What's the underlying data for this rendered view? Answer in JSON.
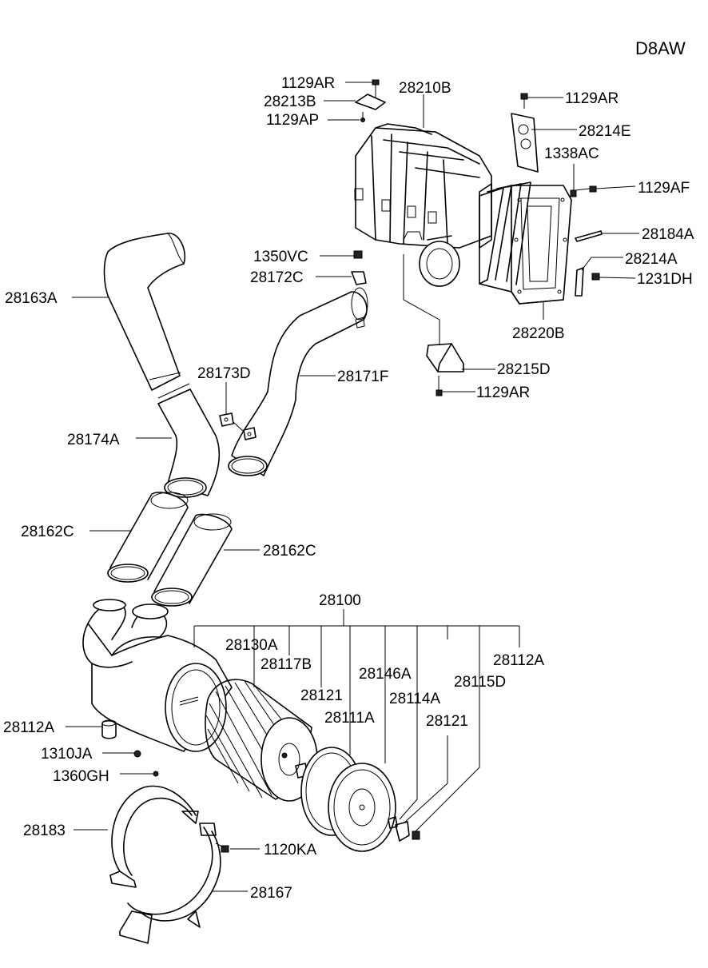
{
  "diagram_code": "D8AW",
  "labels": {
    "l_1129AR_a": "1129AR",
    "l_28213B": "28213B",
    "l_1129AP": "1129AP",
    "l_28210B": "28210B",
    "l_1129AR_b": "1129AR",
    "l_28214E": "28214E",
    "l_1338AC": "1338AC",
    "l_1129AF": "1129AF",
    "l_28184A": "28184A",
    "l_28214A": "28214A",
    "l_1231DH": "1231DH",
    "l_28220B": "28220B",
    "l_28215D": "28215D",
    "l_1129AR_c": "1129AR",
    "l_1350VC": "1350VC",
    "l_28172C": "28172C",
    "l_28163A": "28163A",
    "l_28173D": "28173D",
    "l_28171F": "28171F",
    "l_28174A": "28174A",
    "l_28162C_a": "28162C",
    "l_28162C_b": "28162C",
    "l_28100": "28100",
    "l_28130A": "28130A",
    "l_28117B": "28117B",
    "l_28121_a": "28121",
    "l_28146A": "28146A",
    "l_28111A": "28111A",
    "l_28114A": "28114A",
    "l_28115D": "28115D",
    "l_28112A_a": "28112A",
    "l_28121_b": "28121",
    "l_28112A_b": "28112A",
    "l_1310JA": "1310JA",
    "l_1360GH": "1360GH",
    "l_28183": "28183",
    "l_1120KA": "1120KA",
    "l_28167": "28167"
  }
}
